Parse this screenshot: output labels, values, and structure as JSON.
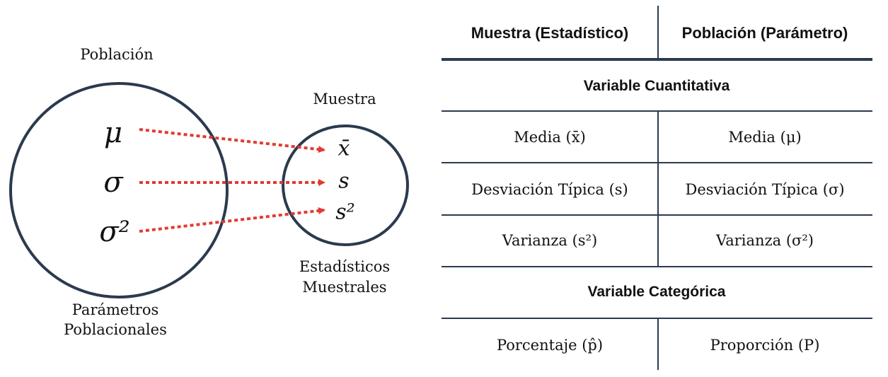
{
  "diagram": {
    "population_label": "Población",
    "sample_label": "Muestra",
    "parameters_label": [
      "Parámetros",
      "Poblacionales"
    ],
    "statistics_label": [
      "Estadísticos",
      "Muestrales"
    ],
    "population_symbols": [
      "μ",
      "σ",
      "σ²"
    ],
    "sample_symbols": [
      "x̄",
      "s",
      "s²"
    ],
    "circle_color": "#2b3a4e",
    "arrow_color": "#e03c31"
  },
  "table": {
    "headers": [
      "Muestra (Estadístico)",
      "Población (Parámetro)"
    ],
    "sections": [
      {
        "title": "Variable Cuantitativa",
        "rows": [
          [
            "Media (x̄)",
            "Media (μ)"
          ],
          [
            "Desviación Típica (s)",
            "Desviación Típica (σ)"
          ],
          [
            "Varianza (s²)",
            "Varianza (σ²)"
          ]
        ]
      },
      {
        "title": "Variable Categórica",
        "rows": [
          [
            "Porcentaje (p̂)",
            "Proporción (P)"
          ]
        ]
      }
    ]
  }
}
